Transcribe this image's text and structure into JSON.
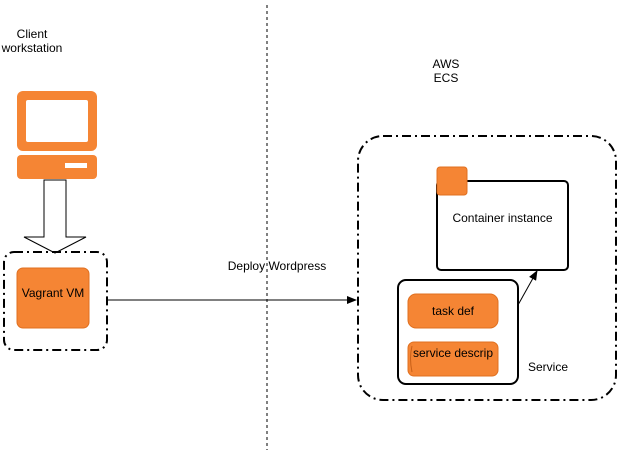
{
  "client": {
    "label_line1": "Client",
    "label_line2": "workstation"
  },
  "vagrant": {
    "label": "Vagrant VM"
  },
  "deploy": {
    "label": "Deploy Wordpress"
  },
  "aws": {
    "label_line1": "AWS",
    "label_line2": "ECS"
  },
  "container": {
    "label": "Container instance"
  },
  "task": {
    "label": "task def"
  },
  "service_desc": {
    "label": "service descrip"
  },
  "service": {
    "label": "Service"
  },
  "colors": {
    "orange": "#F58534",
    "orange_border": "#E07020",
    "line": "#000000"
  },
  "icons": {
    "workstation": "computer-workstation-icon",
    "container_badge": "container-badge-icon"
  }
}
